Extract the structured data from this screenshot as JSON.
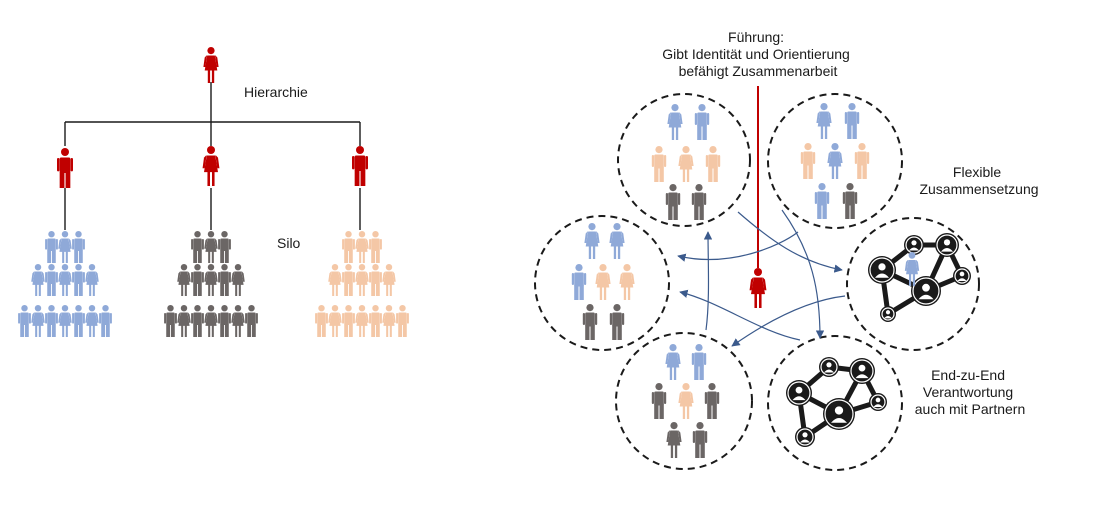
{
  "left_diagram": {
    "hierarchy_label": "Hierarchie",
    "silo_label": "Silo"
  },
  "right_diagram": {
    "leadership_lines": [
      "Führung:",
      "Gibt Identität und Orientierung",
      "befähigt Zusammenarbeit"
    ],
    "flexible_lines": [
      "Flexible",
      "Zusammensetzung"
    ],
    "e2e_lines": [
      "End-zu-End",
      "Verantwortung",
      "auch mit Partnern"
    ]
  },
  "colors": {
    "leader": "#c00000",
    "blue": "#8fa9d8",
    "gray": "#6b6665",
    "peach": "#f4c7a6",
    "arrow": "#3b5a8c",
    "line": "#1a1a1a"
  },
  "icons": {
    "person": "person-icon",
    "network": "network-icon"
  }
}
